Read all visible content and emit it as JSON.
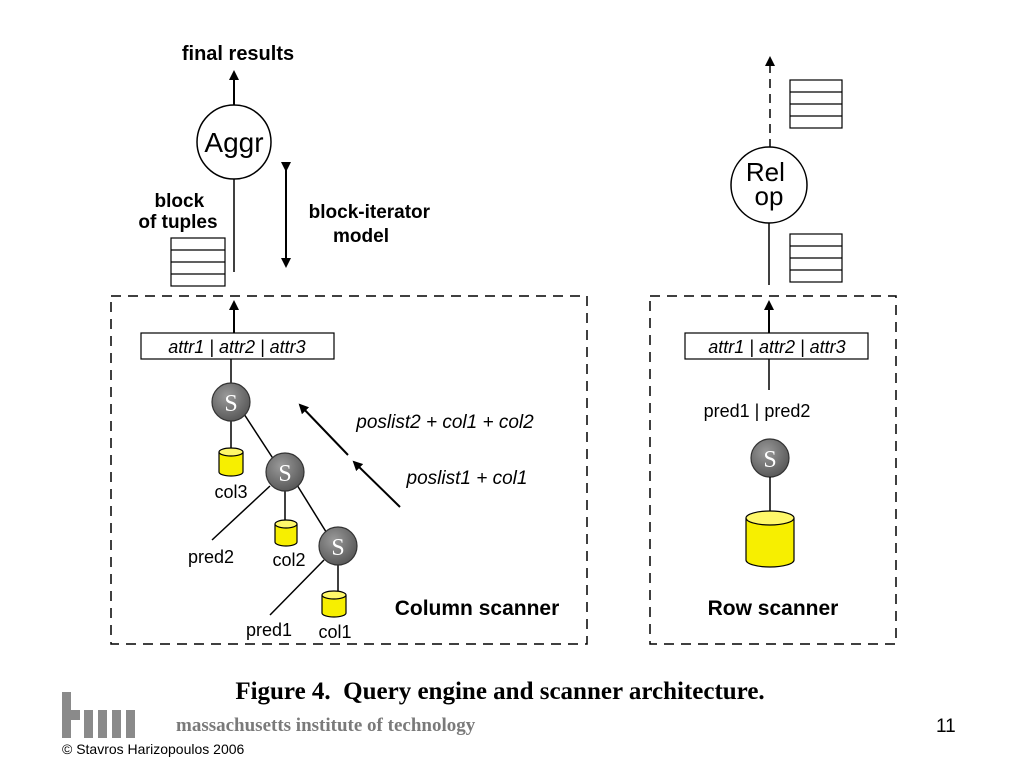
{
  "column_side": {
    "final_results": "final results",
    "aggr": "Aggr",
    "block_of_tuples_1": "block",
    "block_of_tuples_2": "of tuples",
    "block_iterator_1": "block-iterator",
    "block_iterator_2": "model",
    "attr_header": "attr1 | attr2 | attr3",
    "select_symbol": "S",
    "col3": "col3",
    "col2": "col2",
    "col1": "col1",
    "pred2": "pred2",
    "pred1": "pred1",
    "poslist2_label": "poslist2 + col1 + col2",
    "poslist1_label": "poslist1 + col1",
    "scanner_label": "Column scanner"
  },
  "row_side": {
    "relop_1": "Rel",
    "relop_2": "op",
    "attr_header": "attr1 | attr2 | attr3",
    "preds": "pred1 | pred2",
    "select_symbol": "S",
    "scanner_label": "Row scanner"
  },
  "caption": "Figure 4.  Query engine and scanner architecture.",
  "footer": {
    "institution": "massachusetts institute of technology",
    "page_number": "11",
    "copyright": "© Stavros Harizopoulos 2006"
  },
  "colors": {
    "select_node": "#6b6b6b",
    "cylinder": "#f7ef00"
  }
}
